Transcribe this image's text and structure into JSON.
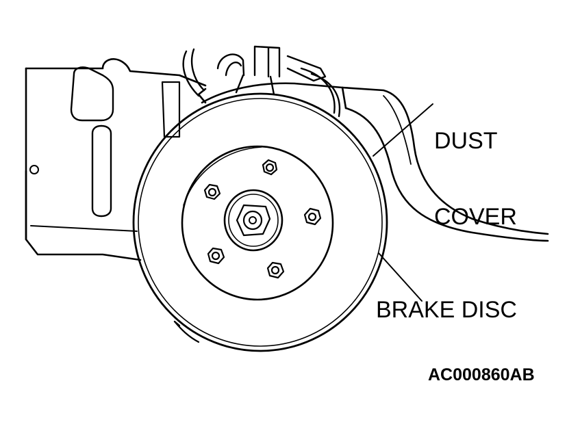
{
  "labels": {
    "dust_cover_line1": "DUST",
    "dust_cover_line2": "COVER",
    "brake_disc": "BRAKE DISC"
  },
  "figure_code": "AC000860AB",
  "colors": {
    "ink": "#000000",
    "paper": "#ffffff"
  }
}
